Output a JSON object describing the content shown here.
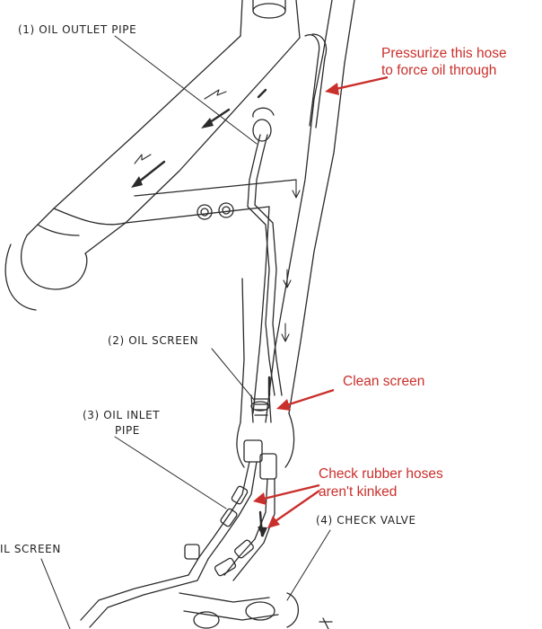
{
  "diagram": {
    "labels": {
      "oil_outlet_pipe": "(1) OIL OUTLET PIPE",
      "oil_screen": "(2) OIL SCREEN",
      "oil_inlet_pipe_line1": "(3) OIL INLET",
      "oil_inlet_pipe_line2": "PIPE",
      "check_valve": "(4) CHECK VALVE",
      "oil_screen_cut": "IL SCREEN"
    },
    "annotations": {
      "pressurize_line1": "Pressurize this hose",
      "pressurize_line2": "to force oil through",
      "clean_screen": "Clean screen",
      "check_hoses_line1": "Check rubber hoses",
      "check_hoses_line2": "aren't kinked"
    },
    "colors": {
      "annotation": "#c9302c",
      "line_art": "#2a2a2a"
    }
  }
}
